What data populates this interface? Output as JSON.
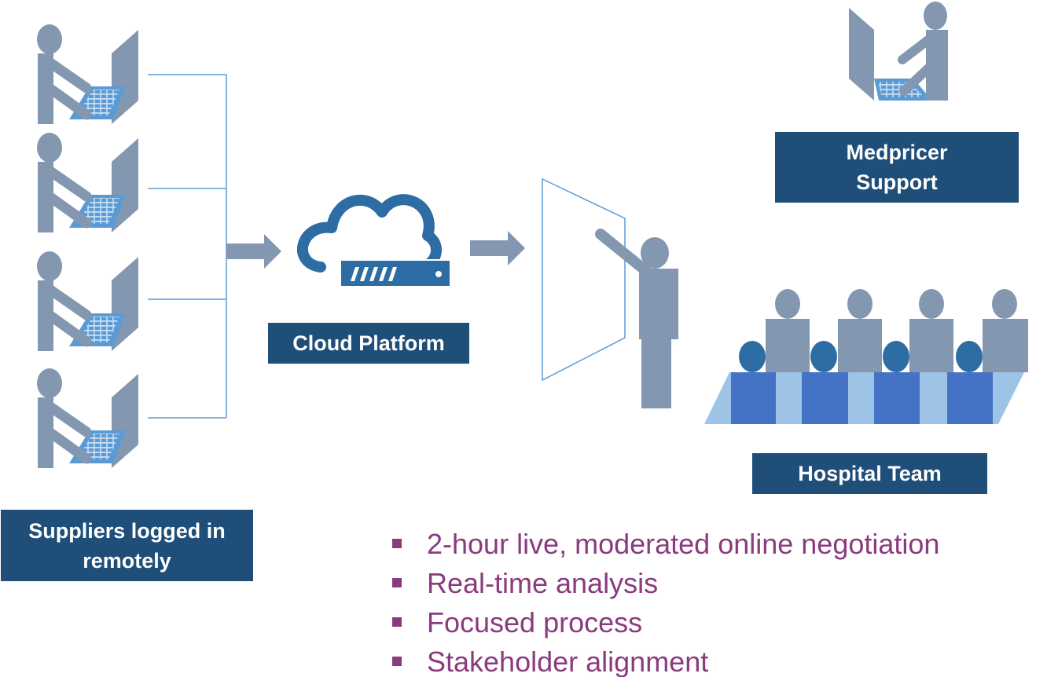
{
  "labels": {
    "suppliers": "Suppliers logged in\nremotely",
    "cloud": "Cloud Platform",
    "support": "Medpricer\nSupport",
    "hospital": "Hospital Team"
  },
  "bullets": [
    "2-hour live, moderated online negotiation",
    "Real-time analysis",
    "Focused process",
    "Stakeholder alignment"
  ],
  "colors": {
    "figure": "#8497b0",
    "laptop": "#5b9bd5",
    "label_bg": "#1f4e79",
    "cloud": "#2e6ca4",
    "table_dark": "#4472c4",
    "table_light": "#9dc3e6",
    "bullet_text": "#8b3a7e",
    "connector": "#5b9bd5"
  },
  "icons": {
    "supplier": "person-at-laptop-icon",
    "cloud": "cloud-server-icon",
    "moderator": "presenter-icon",
    "arrow": "arrow-right-icon",
    "meeting": "meeting-table-icon"
  }
}
